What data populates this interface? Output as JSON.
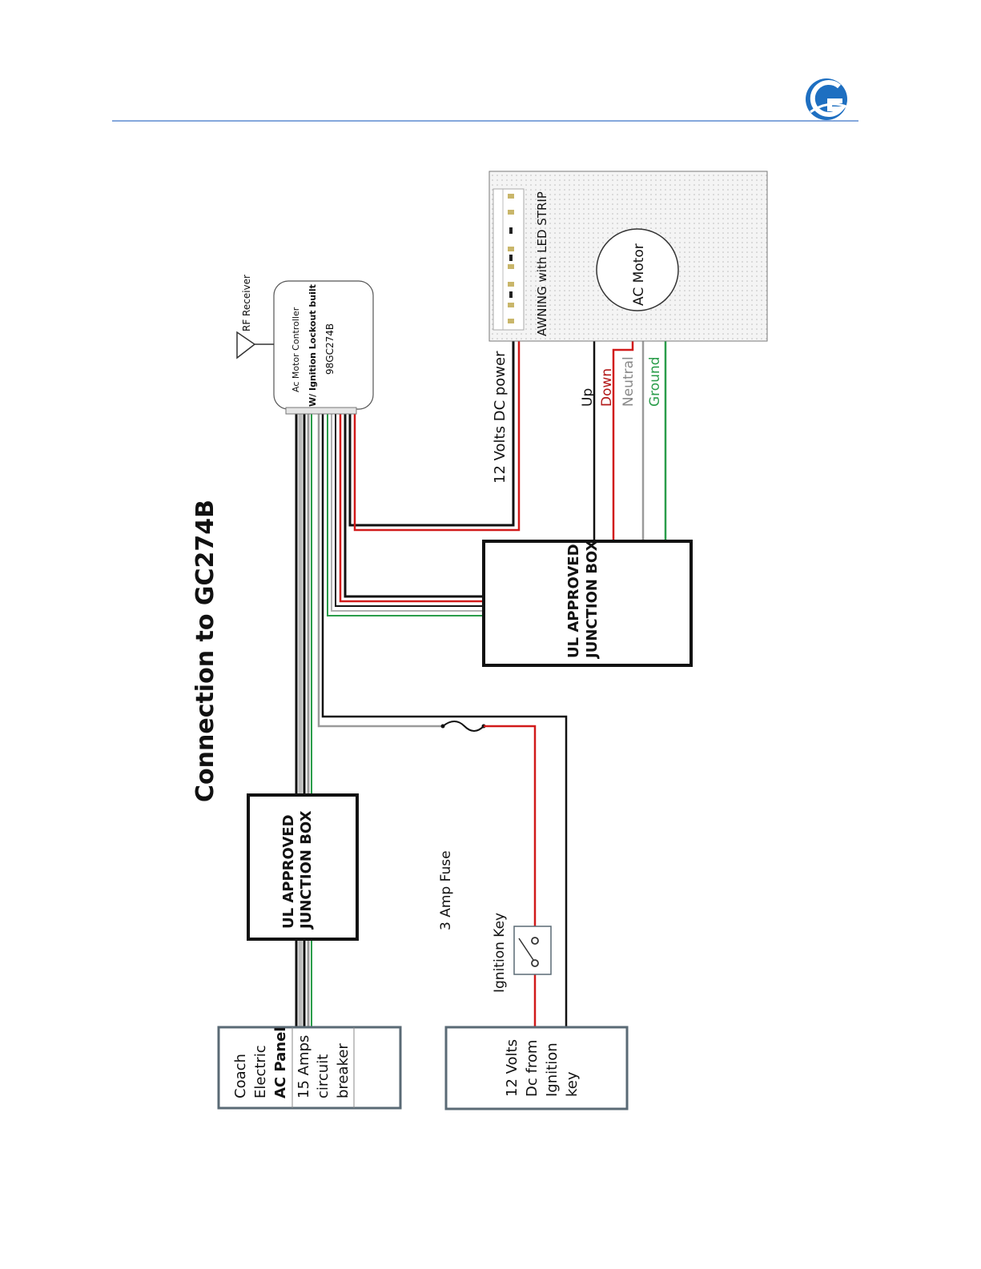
{
  "title": "Connection to GC274B",
  "colors": {
    "header_rule": "#5b8ad0",
    "logo": "#1e6fc1",
    "wire_black": "#111111",
    "wire_red": "#d11a1a",
    "wire_gray": "#9a9a9a",
    "wire_green": "#2a9d4a",
    "box_border": "#5a6a75",
    "awning_fill": "#f2f2f2"
  },
  "logo": {
    "icon": "gc-logo-icon"
  },
  "controller": {
    "line1": "Ac Motor  Controller",
    "line2": "W/ Ignition Lockout built",
    "model": "98GC274B"
  },
  "rf_receiver": "RF Receiver",
  "awning": {
    "label": "AWNING with LED STRIP",
    "motor": "AC Motor"
  },
  "power_label": "12 Volts DC power",
  "motor_wires": [
    "Up",
    "Down",
    "Neutral",
    "Ground"
  ],
  "junction_box_1": {
    "line1": "UL APPROVED",
    "line2": "JUNCTION BOX"
  },
  "junction_box_2": {
    "line1": "UL APPROVED",
    "line2": "JUNCTION BOX"
  },
  "fuse_label": "3 Amp Fuse",
  "ignition_key_label": "Ignition Key",
  "ac_panel": {
    "left": [
      "Coach",
      "Electric",
      "AC Panel"
    ],
    "right": [
      "15 Amps",
      "circuit",
      "breaker"
    ]
  },
  "dc_source": {
    "lines": [
      "12 Volts",
      "Dc from",
      "Ignition",
      "key"
    ]
  }
}
